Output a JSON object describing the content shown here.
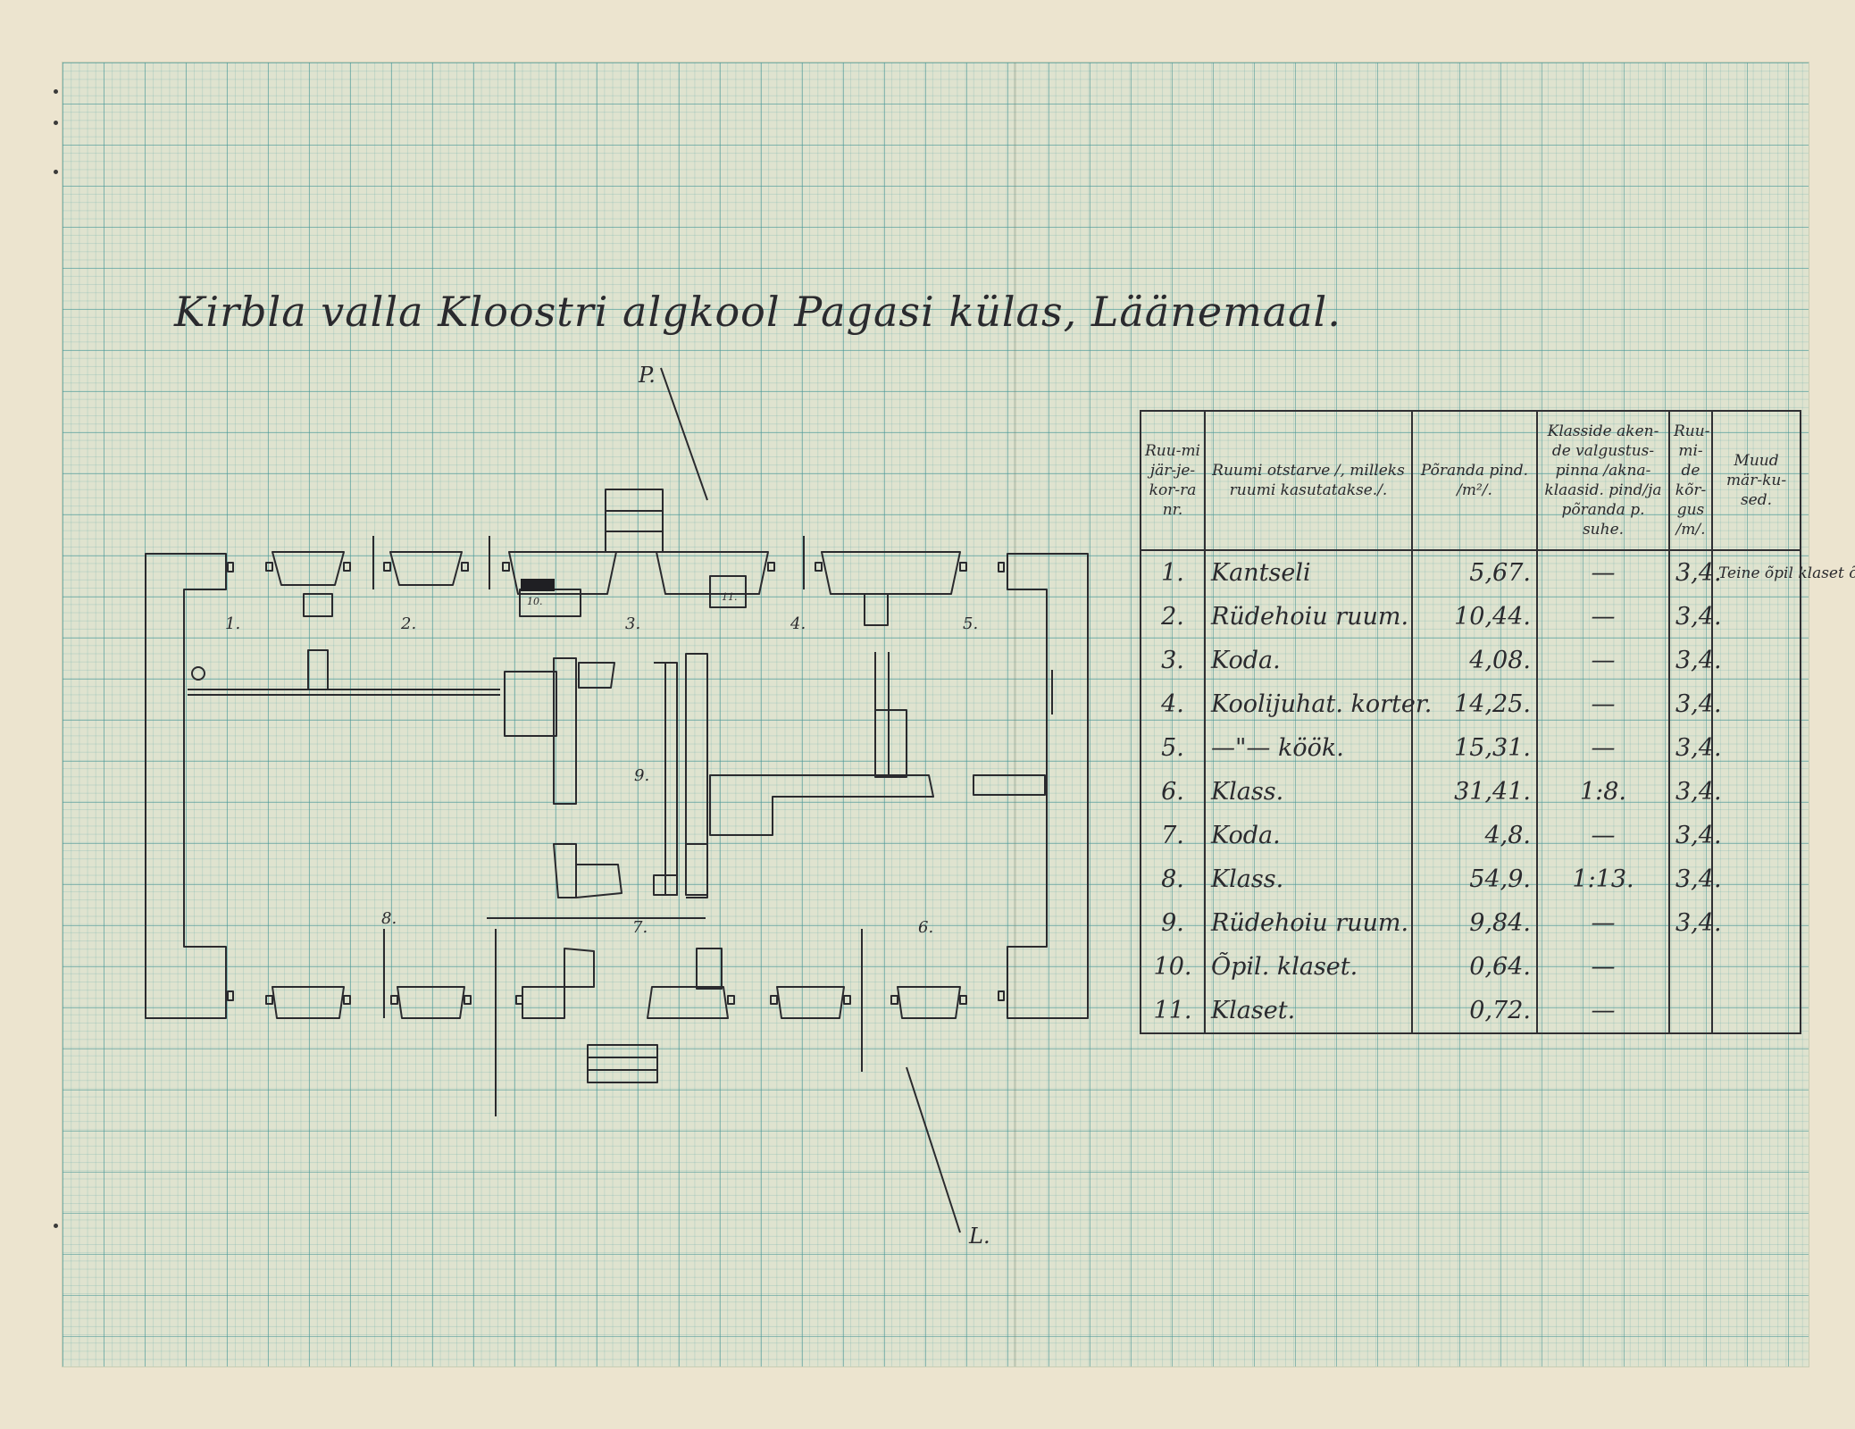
{
  "title": "Kirbla valla Kloostri algkool Pagasi külas, Läänemaal.",
  "plan": {
    "compass_p": "P.",
    "compass_l": "L.",
    "room_labels": [
      "1.",
      "2.",
      "3.",
      "4.",
      "5.",
      "6.",
      "7.",
      "8.",
      "9.",
      "10.",
      "11."
    ]
  },
  "table": {
    "headers": [
      "Ruu-mi jär-je-kor-ra nr.",
      "Ruumi otstarve /, milleks ruumi kasutatakse./.",
      "Põranda pind. /m²/.",
      "Klasside aken-de valgustus-pinna /akna-klaasid. pind/ja põranda p. suhe.",
      "Ruu-mi-de kõr-gus /m/.",
      "Muud mär-ku-sed."
    ],
    "rows": [
      {
        "nr": "1.",
        "purpose": "Kantseli",
        "area": "5,67.",
        "ratio": "—",
        "height": "3,4.",
        "notes": "Teine õpil klaset õues."
      },
      {
        "nr": "2.",
        "purpose": "Rüdehoiu ruum.",
        "area": "10,44.",
        "ratio": "—",
        "height": "3,4.",
        "notes": ""
      },
      {
        "nr": "3.",
        "purpose": "Koda.",
        "area": "4,08.",
        "ratio": "—",
        "height": "3,4.",
        "notes": ""
      },
      {
        "nr": "4.",
        "purpose": "Koolijuhat. korter.",
        "area": "14,25.",
        "ratio": "—",
        "height": "3,4.",
        "notes": ""
      },
      {
        "nr": "5.",
        "purpose": "—\"— köök.",
        "area": "15,31.",
        "ratio": "—",
        "height": "3,4.",
        "notes": ""
      },
      {
        "nr": "6.",
        "purpose": "Klass.",
        "area": "31,41.",
        "ratio": "1:8.",
        "height": "3,4.",
        "notes": ""
      },
      {
        "nr": "7.",
        "purpose": "Koda.",
        "area": "4,8.",
        "ratio": "—",
        "height": "3,4.",
        "notes": ""
      },
      {
        "nr": "8.",
        "purpose": "Klass.",
        "area": "54,9.",
        "ratio": "1:13.",
        "height": "3,4.",
        "notes": ""
      },
      {
        "nr": "9.",
        "purpose": "Rüdehoiu ruum.",
        "area": "9,84.",
        "ratio": "—",
        "height": "3,4.",
        "notes": ""
      },
      {
        "nr": "10.",
        "purpose": "Õpil. klaset.",
        "area": "0,64.",
        "ratio": "—",
        "height": "",
        "notes": ""
      },
      {
        "nr": "11.",
        "purpose": "Klaset.",
        "area": "0,72.",
        "ratio": "—",
        "height": "",
        "notes": ""
      }
    ]
  }
}
